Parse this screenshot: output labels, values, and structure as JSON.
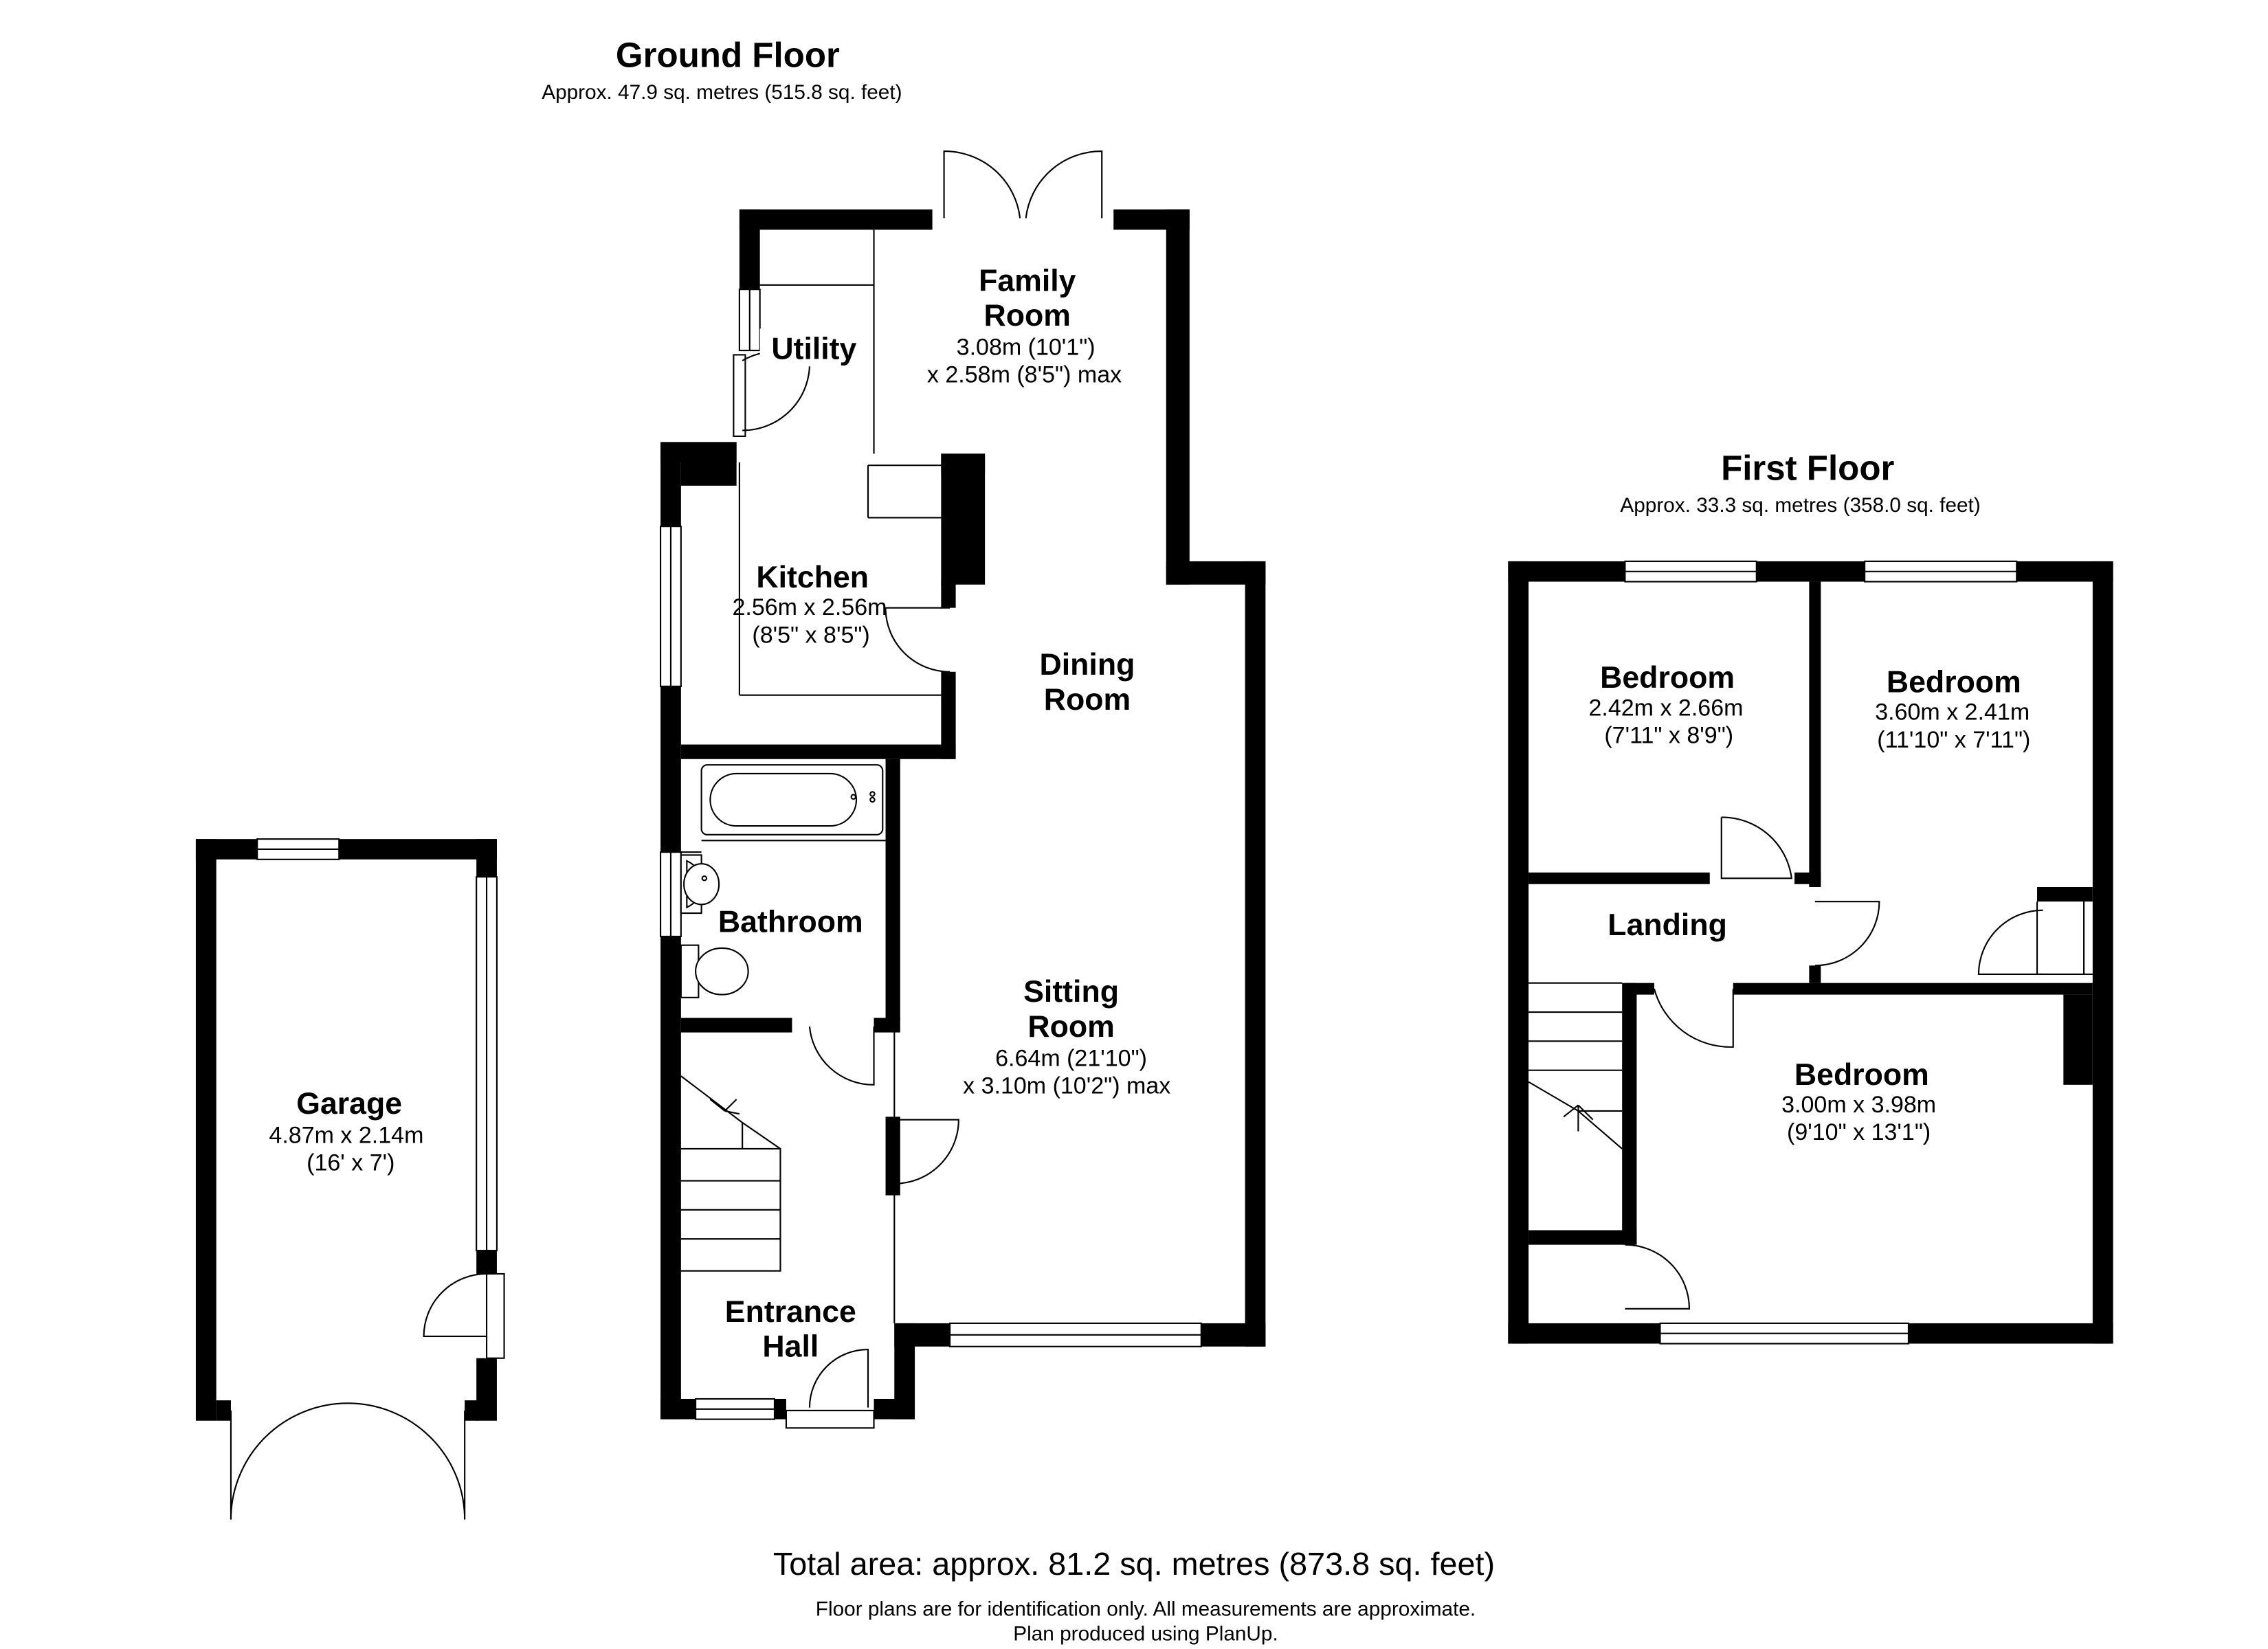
{
  "ground_floor": {
    "title": "Ground Floor",
    "area": "Approx. 47.9 sq. metres (515.8 sq. feet)"
  },
  "first_floor": {
    "title": "First Floor",
    "area": "Approx. 33.3 sq. metres (358.0 sq. feet)"
  },
  "rooms": {
    "family_room": {
      "name1": "Family",
      "name2": "Room",
      "dim1": "3.08m (10'1\")",
      "dim2": "x 2.58m (8'5\") max"
    },
    "utility": {
      "name": "Utility"
    },
    "kitchen": {
      "name": "Kitchen",
      "dim1": "2.56m x 2.56m",
      "dim2": "(8'5\" x 8'5\")"
    },
    "dining_room": {
      "name1": "Dining",
      "name2": "Room"
    },
    "bathroom": {
      "name": "Bathroom"
    },
    "sitting_room": {
      "name1": "Sitting",
      "name2": "Room",
      "dim1": "6.64m (21'10\")",
      "dim2": "x 3.10m (10'2\") max"
    },
    "entrance_hall": {
      "name1": "Entrance",
      "name2": "Hall"
    },
    "garage": {
      "name": "Garage",
      "dim1": "4.87m x 2.14m",
      "dim2": "(16' x 7')"
    },
    "bedroom_1": {
      "name": "Bedroom",
      "dim1": "2.42m x 2.66m",
      "dim2": "(7'11\" x 8'9\")"
    },
    "bedroom_2": {
      "name": "Bedroom",
      "dim1": "3.60m x 2.41m",
      "dim2": "(11'10\" x 7'11\")"
    },
    "landing": {
      "name": "Landing"
    },
    "bedroom_3": {
      "name": "Bedroom",
      "dim1": "3.00m x 3.98m",
      "dim2": "(9'10\" x 13'1\")"
    }
  },
  "footer": {
    "total_area": "Total area: approx. 81.2 sq. metres (873.8 sq. feet)",
    "disclaimer": "Floor plans are for identification only. All measurements are approximate.",
    "credit": "Plan produced using PlanUp."
  }
}
